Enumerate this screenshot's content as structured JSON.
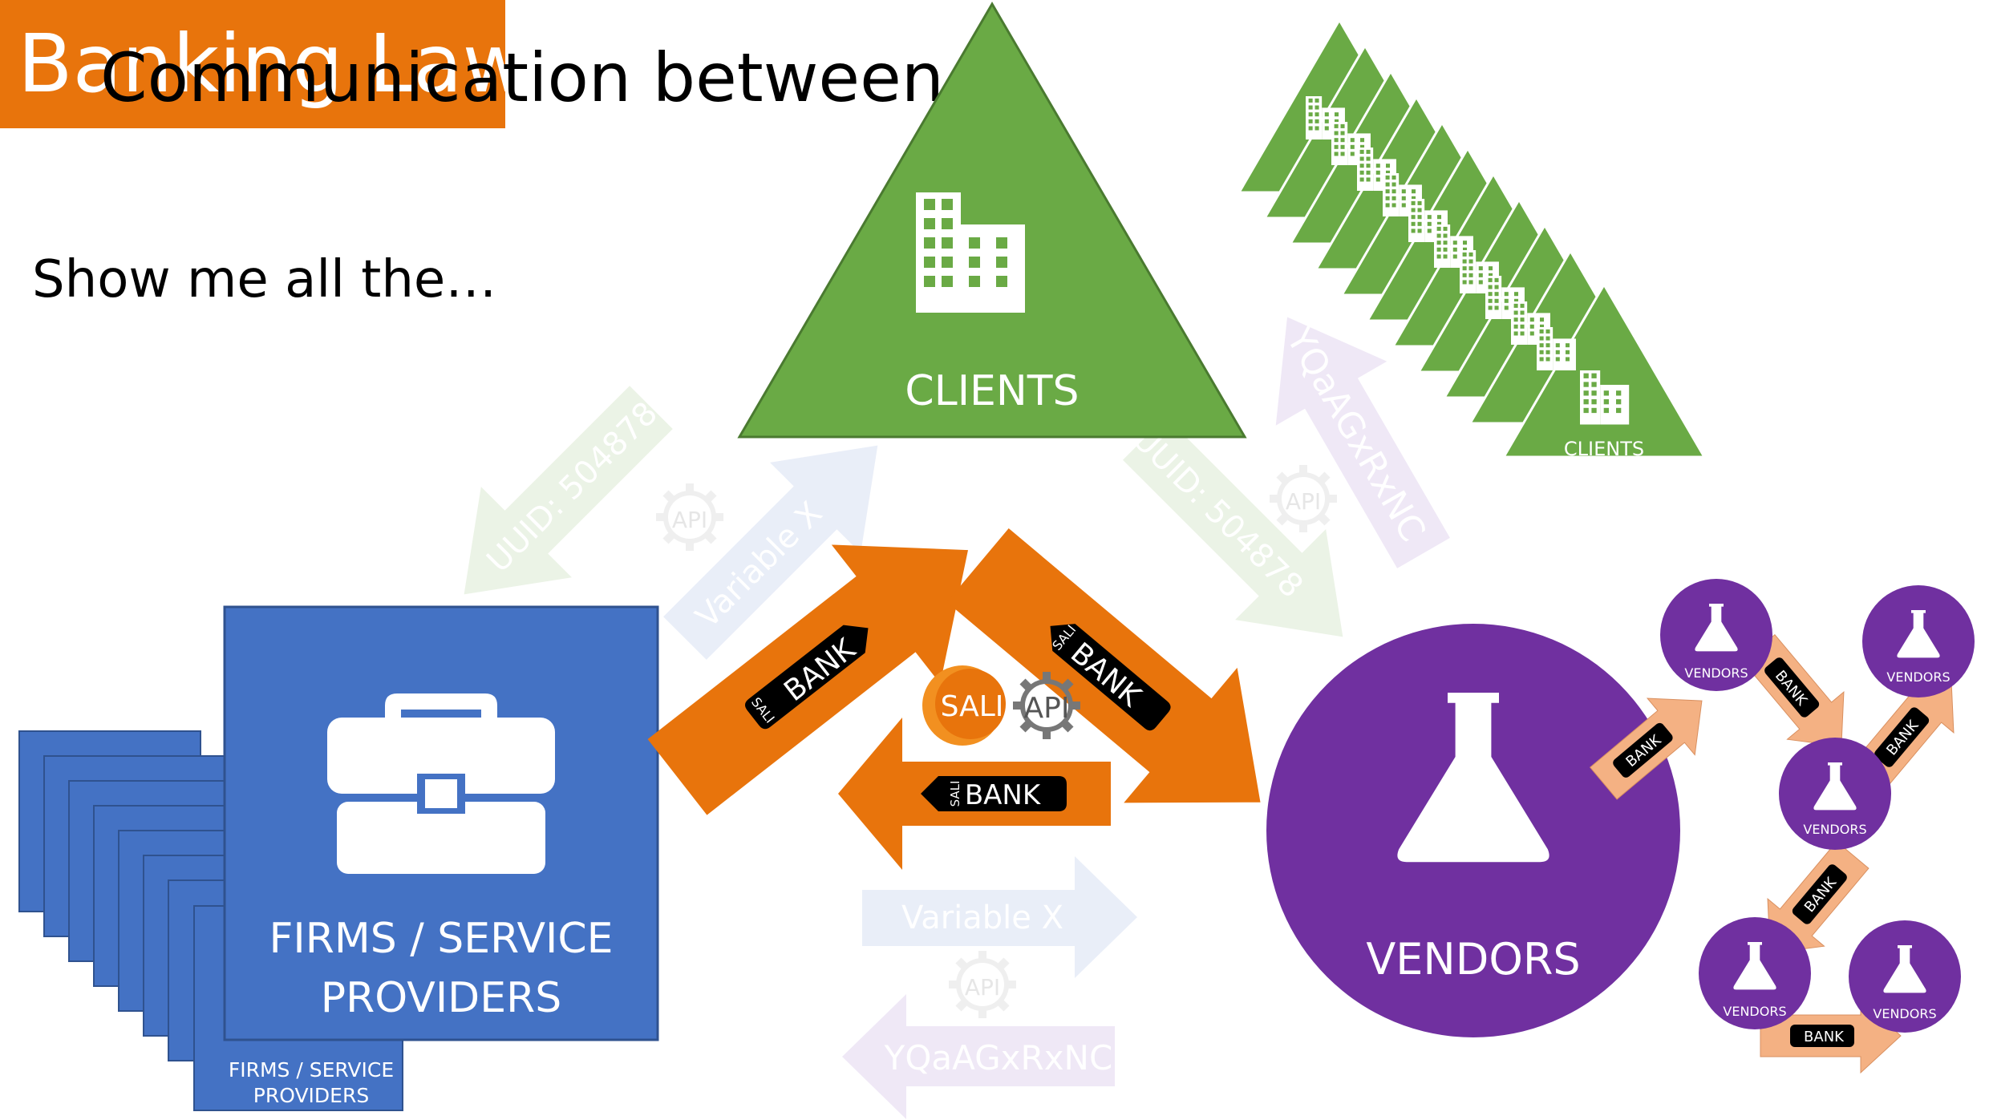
{
  "header": {
    "title": "Communication between…",
    "subtitle": "Show me all the…",
    "topic": "Banking Law"
  },
  "nodes": {
    "clients": "CLIENTS",
    "clients_small": "CLIENTS",
    "firms_line1": "FIRMS / SERVICE",
    "firms_line2": "PROVIDERS",
    "firms_small_line1": "FIRMS / SERVICE",
    "firms_small_line2": "PROVIDERS",
    "vendors": "VENDORS",
    "vendors_small": "VENDORS"
  },
  "faded_arrows": {
    "uuid": "UUID: 504878",
    "variable": "Variable X",
    "token": "YQaAGxRxNC",
    "api": "API"
  },
  "core": {
    "sali": "SALI",
    "bank": "BANK",
    "api": "API"
  },
  "colors": {
    "clients_green": "#6aaa45",
    "firms_blue": "#4472c4",
    "vendors_purple": "#7030a0",
    "orange": "#e8740c",
    "peach": "#f4b183"
  }
}
